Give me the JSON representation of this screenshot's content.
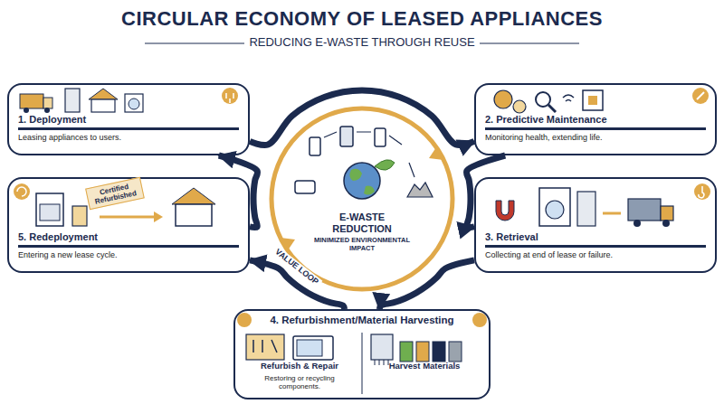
{
  "diagram": {
    "title": "CIRCULAR ECONOMY OF LEASED APPLIANCES",
    "nodes": [
      {
        "text": [
          "1. Deployment",
          "Leasing appliances to users."
        ]
      },
      {
        "text": [
          "2. Predictive Maintenance",
          "Monitoring health, extending life."
        ]
      },
      {
        "text": [
          "5. Redeployment",
          "Entering a new lease cycle."
        ]
      },
      {
        "text": [
          "3. Retrieval",
          "Collecting at end of lease or failure."
        ]
      },
      {
        "text": [
          "4. Refurbishment/Material Harvesting"
        ]
      },
      {
        "text": [
          "Refurbish & Repair",
          "Restoring or recycling components."
        ],
        "in": 4
      },
      {
        "text": [
          "Harvest Materials"
        ],
        "in": 4
      },
      {
        "text": [
          "E-WASTE REDUCTION",
          "MINIMIZED ENVIRONMENTAL IMPACT"
        ]
      }
    ],
    "edges": [
      {
        "from": 0,
        "to": 1,
        "arrow": "to"
      },
      {
        "from": 1,
        "to": 3,
        "arrow": "to"
      },
      {
        "from": 3,
        "to": 4,
        "arrow": "to"
      },
      {
        "from": 4,
        "to": 2,
        "arrow": "to"
      },
      {
        "from": 2,
        "to": 0,
        "arrow": "to"
      }
    ],
    "labels": [
      "REDUCING E-WASTE THROUGH REUSE",
      "Certified Refurbished",
      "VALUE LOOP"
    ]
  }
}
